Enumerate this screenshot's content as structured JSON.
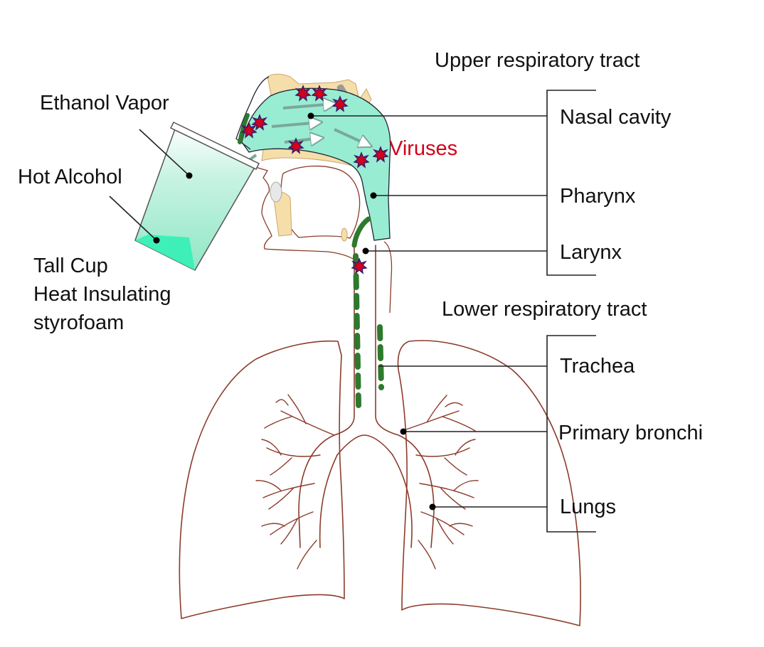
{
  "labels": {
    "upper_tract": "Upper respiratory tract",
    "nasal_cavity": "Nasal cavity",
    "pharynx": "Pharynx",
    "larynx": "Larynx",
    "lower_tract": "Lower respiratory tract",
    "trachea": "Trachea",
    "primary_bronchi": "Primary bronchi",
    "lungs": "Lungs",
    "ethanol_vapor": "Ethanol Vapor",
    "hot_alcohol": "Hot Alcohol",
    "cup_line1": "Tall Cup",
    "cup_line2": "Heat Insulating",
    "cup_line3": "styrofoam",
    "viruses": "Viruses"
  },
  "colors": {
    "airway_fill": "#98ecd2",
    "cup_liquid": "#3ef0b8",
    "virus": "#d0021b",
    "virus_outline": "#3a1a6a",
    "bone": "#f5deaa",
    "lung_outline": "#8c3b2b",
    "cilia": "#2d7a2d",
    "virus_label": "#d0021b"
  }
}
